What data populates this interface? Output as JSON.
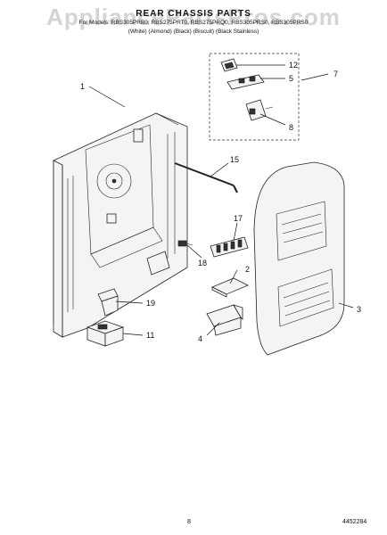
{
  "header": {
    "title": "REAR CHASSIS PARTS",
    "models": "For Models: RBS305PRB0, RBS275PRT0, RBS275PRQ0, RBS305PRS0, RBS305PRS0",
    "colors": "(White)          (Almond)          (Black)          (Biscuit)          (Black Stainless)"
  },
  "watermark": "AppliancePartsPros.com",
  "footer": {
    "page_number": "8",
    "document_number": "4452284"
  },
  "callouts": [
    "1",
    "2",
    "3",
    "4",
    "5",
    "7",
    "8",
    "11",
    "12",
    "15",
    "17",
    "18",
    "19"
  ]
}
